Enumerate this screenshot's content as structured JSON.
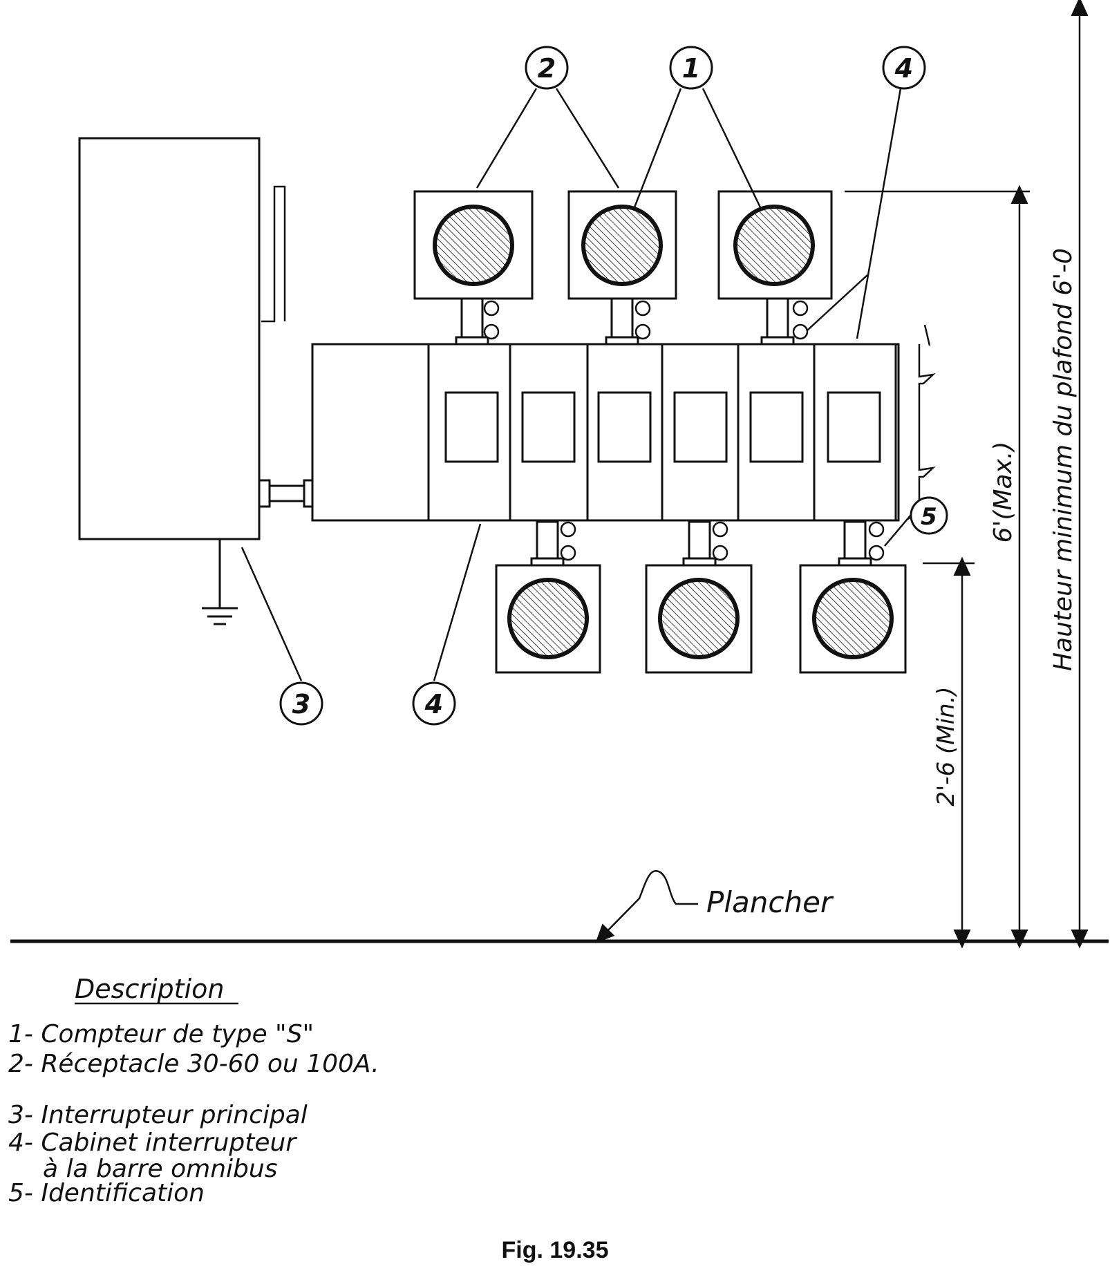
{
  "callouts": {
    "meter": "1",
    "receptacle": "2",
    "main_switch": "3",
    "cabinet": "4",
    "identification": "5"
  },
  "dimensions": {
    "max_height": "6'(Max.)",
    "min_height": "2'-6 (Min.)",
    "ceiling": "Hauteur minimum du plafond 6'-0"
  },
  "floor_label": "Plancher",
  "legend": {
    "title": "Description",
    "items": [
      "1- Compteur de type \"S\"",
      "2- Réceptacle 30-60 ou 100A.",
      "3- Interrupteur principal",
      "4- Cabinet interrupteur",
      "à la barre omnibus",
      "5- Identification"
    ]
  },
  "caption": "Fig. 19.35"
}
